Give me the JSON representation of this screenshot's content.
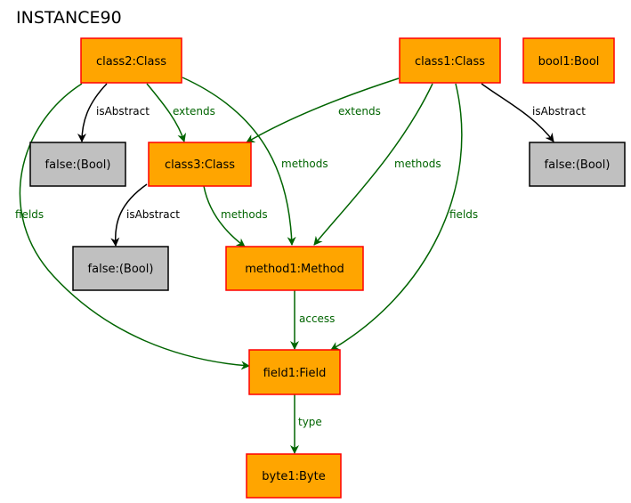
{
  "title": "INSTANCE90",
  "colors": {
    "object_fill": "#ffa500",
    "object_border": "#ff0000",
    "value_fill": "#c0c0c0",
    "value_border": "#000000",
    "edge_green": "#006400",
    "edge_black": "#000000"
  },
  "nodes": {
    "class2": "class2:Class",
    "class1": "class1:Class",
    "bool1": "bool1:Bool",
    "false1": "false:(Bool)",
    "class3": "class3:Class",
    "false3": "false:(Bool)",
    "false2": "false:(Bool)",
    "method1": "method1:Method",
    "field1": "field1:Field",
    "byte1": "byte1:Byte"
  },
  "edges": {
    "class2_isAbstract": "isAbstract",
    "class2_extends": "extends",
    "class2_methods": "methods",
    "class2_fields": "fields",
    "class1_extends": "extends",
    "class1_methods": "methods",
    "class1_fields": "fields",
    "class1_isAbstract": "isAbstract",
    "class3_isAbstract": "isAbstract",
    "class3_methods": "methods",
    "method1_access": "access",
    "field1_type": "type"
  }
}
